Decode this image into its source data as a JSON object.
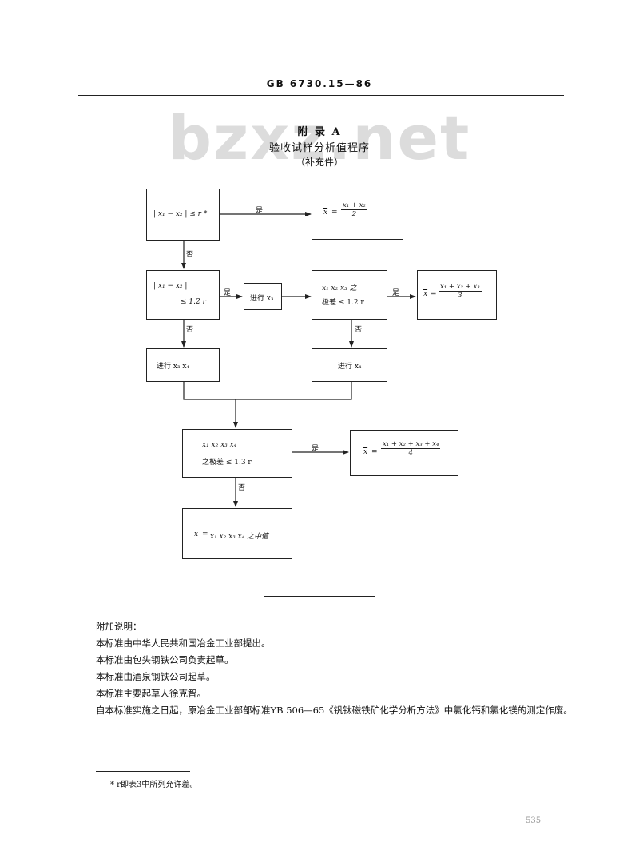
{
  "header": {
    "code": "GB 6730.15—86"
  },
  "watermark": {
    "text": "bzxz.net"
  },
  "appendix": {
    "title": "附 录 A",
    "subtitle": "验收试样分析值程序",
    "note": "（补充件）"
  },
  "flowchart": {
    "yes_label": "是",
    "no_label": "否",
    "boxes": {
      "cond1": "| x₁ − x₂ | ≤ r *",
      "result1": {
        "lhs": "x",
        "num": "x₁ + x₂",
        "den": "2"
      },
      "cond2_line1": "| x₁ − x₂ |",
      "cond2_line2": "≤ 1.2 r",
      "action_x3": "进行 x₃",
      "cond3_line1": "x₁   x₂   x₃ 之",
      "cond3_line2": "极差 ≤ 1.2 r",
      "result3": {
        "lhs": "x",
        "num": "x₁ + x₂ + x₃",
        "den": "3"
      },
      "action_x3x4": "进行 x₃   x₄",
      "action_x4": "进行 x₄",
      "cond4_line1": "x₁    x₂    x₃    x₄",
      "cond4_line2": "之极差 ≤ 1.3 r",
      "result4": {
        "lhs": "x",
        "num": "x₁ + x₂ + x₃ + x₄",
        "den": "4"
      },
      "result_median": "x₁ x₂ x₃ x₄ 之中值"
    }
  },
  "notes": {
    "heading": "附加说明：",
    "lines": [
      "本标准由中华人民共和国冶金工业部提出。",
      "本标准由包头钢铁公司负责起草。",
      "本标准由酒泉钢铁公司起草。",
      "本标准主要起草人徐克智。",
      "自本标准实施之日起，原冶金工业部部标准YB 506—65《钒钛磁铁矿化学分析方法》中氯化钙和氯化镁的测定作废。"
    ]
  },
  "footnote": "* r即表3中所列允许差。",
  "page_number": "535"
}
